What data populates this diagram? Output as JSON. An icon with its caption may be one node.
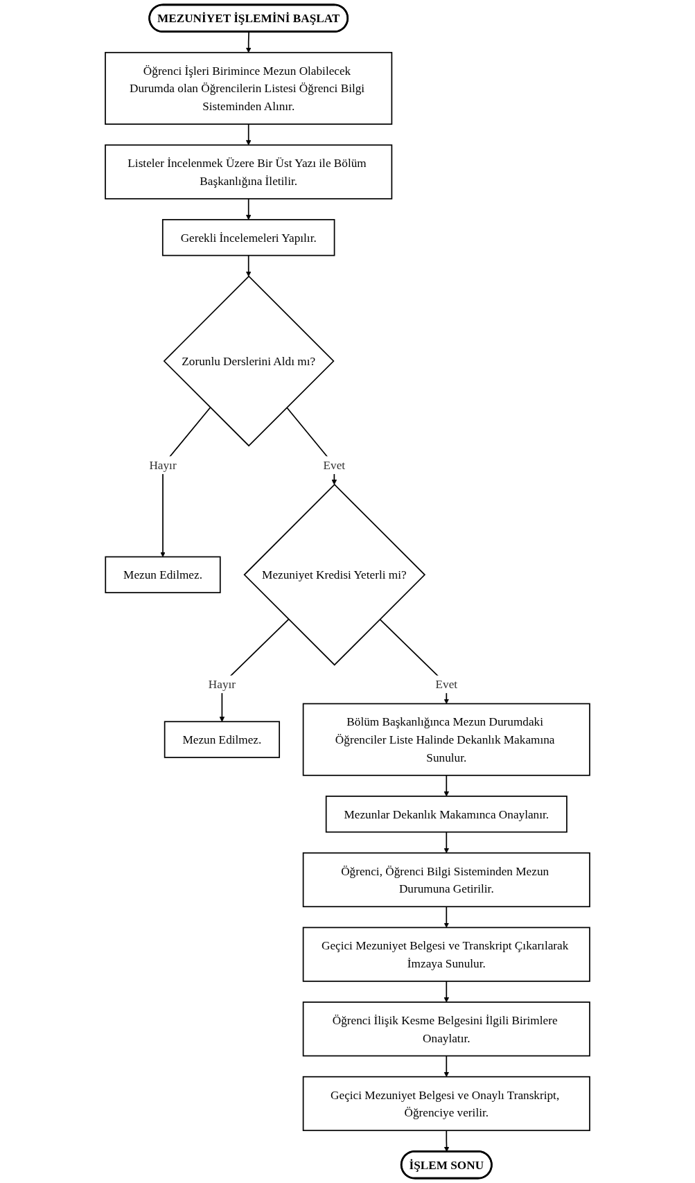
{
  "diagram": {
    "nodes": [
      {
        "text": [
          "MEZUNİYET İŞLEMİNİ BAŞLAT"
        ]
      },
      {
        "text": [
          "Öğrenci İşleri Birimince Mezun Olabilecek Durumda olan Öğrencilerin Listesi Öğrenci Bilgi Sisteminden Alınır."
        ]
      },
      {
        "text": [
          "Listeler İncelenmek Üzere Bir Üst Yazı ile Bölüm Başkanlığına İletilir."
        ]
      },
      {
        "text": [
          "Gerekli İncelemeleri Yapılır."
        ]
      },
      {
        "text": [
          "Zorunlu Derslerini Aldı mı?"
        ]
      },
      {
        "text": [
          "Mezun Edilmez."
        ]
      },
      {
        "text": [
          "Mezuniyet Kredisi Yeterli mi?"
        ]
      },
      {
        "text": [
          "Mezun Edilmez."
        ]
      },
      {
        "text": [
          "Bölüm Başkanlığınca Mezun Durumdaki Öğrenciler Liste Halinde Dekanlık Makamına Sunulur."
        ]
      },
      {
        "text": [
          "Mezunlar Dekanlık Makamınca Onaylanır."
        ]
      },
      {
        "text": [
          "Öğrenci, Öğrenci Bilgi Sisteminden Mezun Durumuna Getirilir."
        ]
      },
      {
        "text": [
          "Geçici Mezuniyet Belgesi ve Transkript Çıkarılarak İmzaya Sunulur."
        ]
      },
      {
        "text": [
          "Öğrenci İlişik Kesme Belgesini İlgili Birimlere Onaylatır."
        ]
      },
      {
        "text": [
          "Geçici Mezuniyet Belgesi ve Onaylı Transkript, Öğrenciye verilir."
        ]
      },
      {
        "text": [
          "İŞLEM SONU"
        ]
      }
    ],
    "edges": [
      {
        "from": 0,
        "to": 1,
        "arrow": "to"
      },
      {
        "from": 1,
        "to": 2,
        "arrow": "to"
      },
      {
        "from": 2,
        "to": 3,
        "arrow": "to"
      },
      {
        "from": 3,
        "to": 4,
        "arrow": "to"
      },
      {
        "from": 4,
        "to": 5,
        "arrow": "to",
        "label": "Hayır"
      },
      {
        "from": 4,
        "to": 6,
        "arrow": "to",
        "label": "Evet"
      },
      {
        "from": 6,
        "to": 7,
        "arrow": "to",
        "label": "Hayır"
      },
      {
        "from": 6,
        "to": 8,
        "arrow": "to",
        "label": "Evet"
      },
      {
        "from": 8,
        "to": 9,
        "arrow": "to"
      },
      {
        "from": 9,
        "to": 10,
        "arrow": "to"
      },
      {
        "from": 10,
        "to": 11,
        "arrow": "to"
      },
      {
        "from": 11,
        "to": 12,
        "arrow": "to"
      },
      {
        "from": 12,
        "to": 13,
        "arrow": "to"
      },
      {
        "from": 13,
        "to": 14,
        "arrow": "to"
      }
    ]
  }
}
